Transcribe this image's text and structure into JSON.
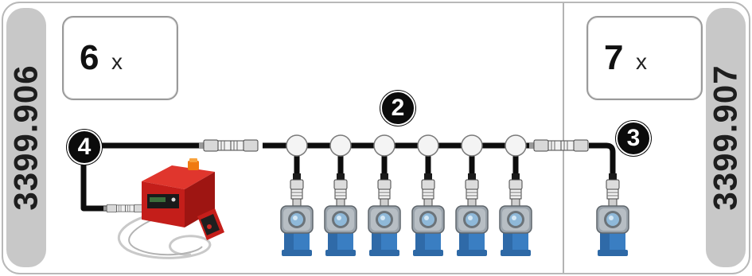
{
  "left_section": {
    "article_number": "3399.906",
    "count": {
      "number": "6",
      "symbol": "x"
    }
  },
  "right_section": {
    "article_number": "3399.907",
    "count": {
      "number": "7",
      "symbol": "x"
    }
  },
  "badges": {
    "tee_cable": "2",
    "extension_cable": "3",
    "lead_cable": "4"
  },
  "colors": {
    "cable": "#0d0d0d",
    "side_panel": "#c8c8c8",
    "controller": "#c41e1a",
    "lamp_body": "#3a7ec2"
  },
  "icons": [
    "hazard-lamp-icon",
    "connector-plug-icon",
    "tee-junction-icon",
    "controller-unit-icon",
    "handheld-remote-icon",
    "power-cord-icon"
  ]
}
